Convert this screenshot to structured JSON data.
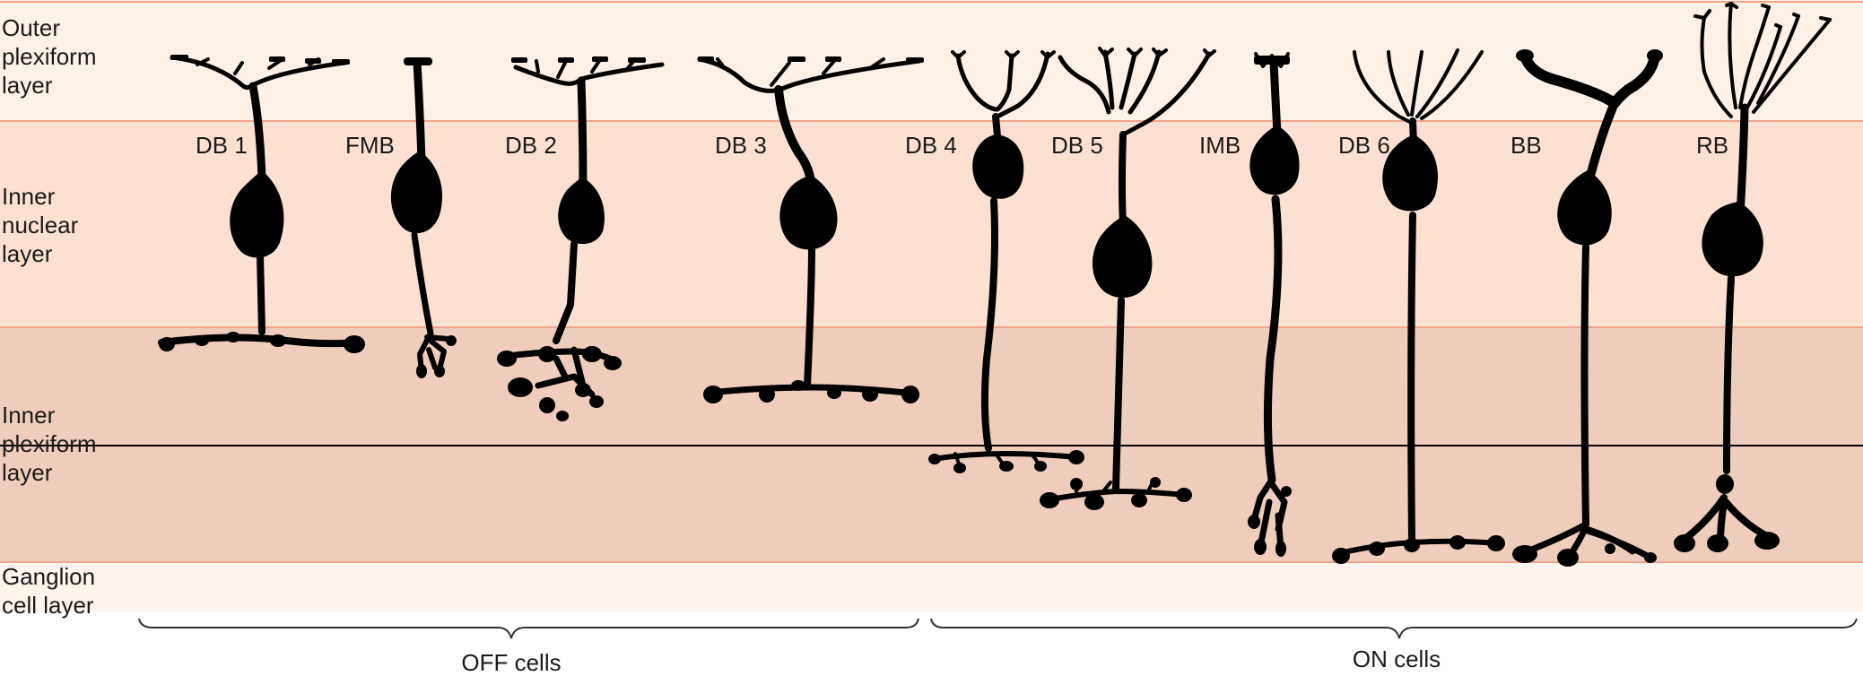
{
  "layers": [
    {
      "id": "opl",
      "lines": [
        "Outer",
        "plexiform",
        "layer"
      ],
      "color": "#fdf0e6"
    },
    {
      "id": "inl",
      "lines": [
        "Inner",
        "nuclear",
        "layer"
      ],
      "color": "#fce1d3"
    },
    {
      "id": "ipl",
      "lines": [
        "Inner",
        "plexiform",
        "layer"
      ],
      "color": "#efcdbd"
    },
    {
      "id": "gcl",
      "lines": [
        "Ganglion",
        "cell layer"
      ],
      "color": "#fef4ec"
    }
  ],
  "cells": [
    "DB 1",
    "FMB",
    "DB 2",
    "DB 3",
    "DB 4",
    "DB 5",
    "IMB",
    "DB 6",
    "BB",
    "RB"
  ],
  "groups": {
    "off": "OFF cells",
    "on": "ON cells"
  },
  "colors": {
    "boundary_line": "#f0a58a",
    "cell_fill": "#000000",
    "text": "#1a1a1a"
  }
}
